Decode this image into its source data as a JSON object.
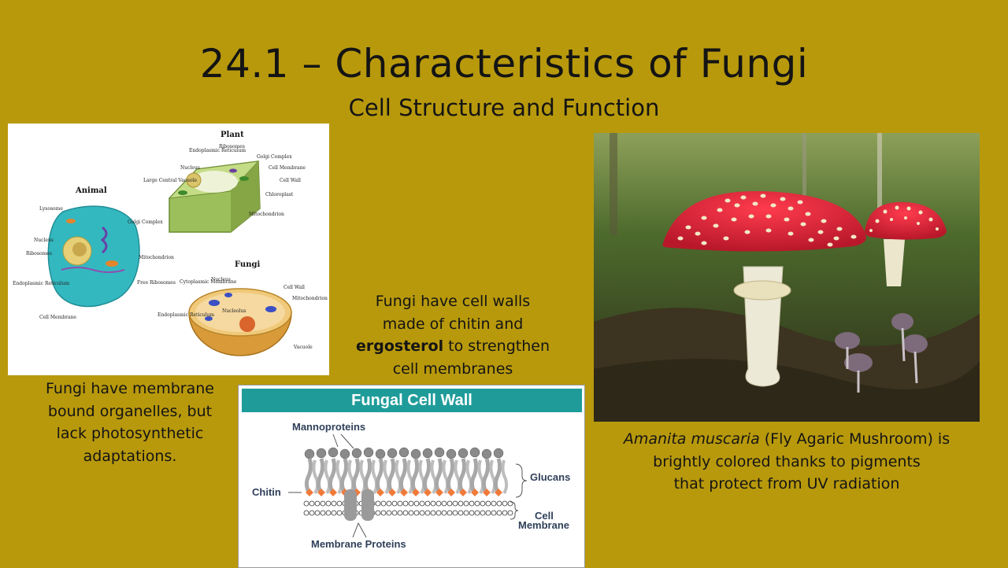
{
  "slide": {
    "title": "24.1 – Characteristics of Fungi",
    "subtitle": "Cell Structure and Function"
  },
  "cell_diagram": {
    "animal": {
      "heading": "Animal",
      "labels": [
        "Lysosome",
        "Golgi Complex",
        "Nucleus",
        "Mitochondrion",
        "Ribosomes",
        "Free Ribosomes",
        "Endoplasmic Reticulum",
        "Cell Membrane"
      ]
    },
    "plant": {
      "heading": "Plant",
      "labels": [
        "Ribosomes",
        "Endoplasmic Reticulum",
        "Golgi Complex",
        "Nucleus",
        "Cell Membrane",
        "Cell Wall",
        "Large Central Vacuole",
        "Chloroplast",
        "Mitochondrion"
      ]
    },
    "fungi": {
      "heading": "Fungi",
      "labels": [
        "Nucleus",
        "Cytoplasmic Membrane",
        "Cell Wall",
        "Mitochondrion",
        "Endoplasmic Reticulum",
        "Nucleolus",
        "Vacuole"
      ]
    }
  },
  "captions": {
    "organelles": [
      "Fungi have membrane",
      "bound organelles, but",
      "lack photosynthetic",
      "adaptations."
    ],
    "cell_walls": {
      "line1": "Fungi have cell walls",
      "line2": "made of chitin and",
      "line3_bold": "ergosterol",
      "line3_rest": " to strengthen",
      "line4": "cell membranes"
    },
    "amanita": {
      "italic": "Amanita muscaria",
      "line1_rest": " (Fly Agaric Mushroom) is",
      "line2": "brightly colored thanks to pigments",
      "line3": "that protect from UV radiation"
    }
  },
  "fungal_wall": {
    "header": "Fungal Cell Wall",
    "labels": {
      "mannoproteins": "Mannoproteins",
      "glucans": "Glucans",
      "chitin": "Chitin",
      "cell_membrane_1": "Cell",
      "cell_membrane_2": "Membrane",
      "membrane_proteins": "Membrane Proteins"
    },
    "colors": {
      "header": "#1f9c9a",
      "chitin": "#f07a3a",
      "glucan": "#a8a8a8"
    }
  },
  "colors": {
    "background": "#b8990c",
    "amanita_cap": "#d8263a"
  }
}
